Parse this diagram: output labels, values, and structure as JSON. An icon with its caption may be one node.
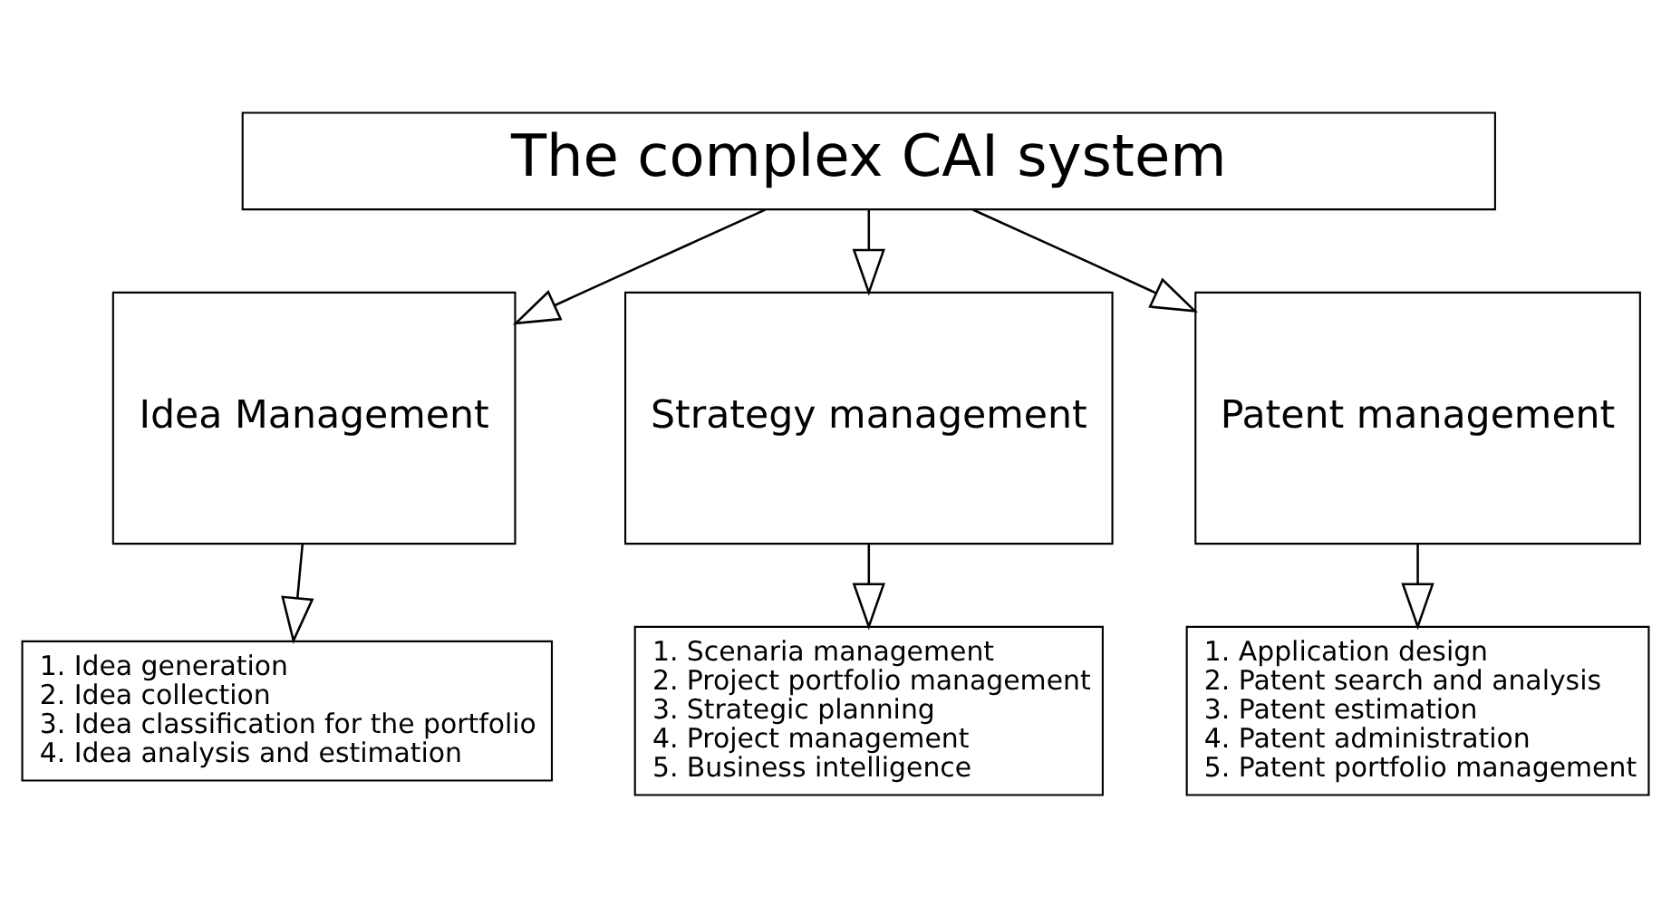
{
  "diagram": {
    "nodes": [
      {
        "text": [
          "The complex CAI system"
        ]
      },
      {
        "text": [
          "Idea Management"
        ]
      },
      {
        "text": [
          "Strategy management"
        ]
      },
      {
        "text": [
          "Patent management"
        ]
      },
      {
        "text": [
          "1. Idea generation",
          "2. Idea collection",
          "3. Idea classification for the portfolio",
          "4. Idea analysis and estimation"
        ]
      },
      {
        "text": [
          "1. Scenaria management",
          "2. Project portfolio management",
          "3. Strategic planning",
          "4. Project management",
          "5. Business intelligence"
        ]
      },
      {
        "text": [
          "1. Application design",
          "2. Patent search and analysis",
          "3. Patent estimation",
          "4. Patent administration",
          "5. Patent portfolio management"
        ]
      }
    ],
    "edges": [
      {
        "from": 0,
        "to": 1,
        "arrow": "to"
      },
      {
        "from": 0,
        "to": 2,
        "arrow": "to"
      },
      {
        "from": 0,
        "to": 3,
        "arrow": "to"
      },
      {
        "from": 1,
        "to": 4,
        "arrow": "to"
      },
      {
        "from": 2,
        "to": 5,
        "arrow": "to"
      },
      {
        "from": 3,
        "to": 6,
        "arrow": "to"
      }
    ]
  }
}
